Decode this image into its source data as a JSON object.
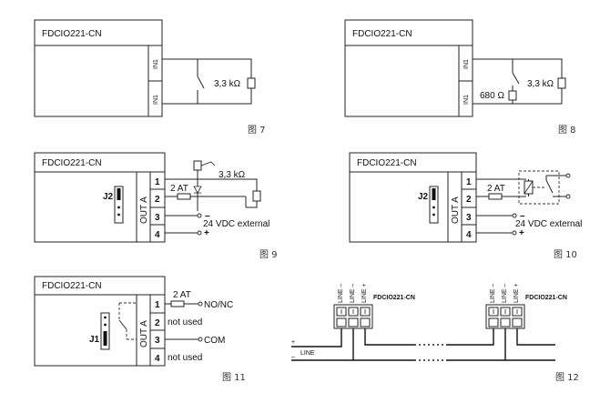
{
  "figures": {
    "fig7": {
      "device": "FDCIO221-CN",
      "terminal_top": "IN1",
      "terminal_bottom": "IN1",
      "resistor": "3,3 kΩ",
      "caption": "图 7"
    },
    "fig8": {
      "device": "FDCIO221-CN",
      "terminal_top": "IN1",
      "terminal_bottom": "IN1",
      "resistor_eol": "3,3 kΩ",
      "resistor_series": "680 Ω",
      "caption": "图 8"
    },
    "fig9": {
      "device": "FDCIO221-CN",
      "jumper": "J2",
      "output": "OUT A",
      "pins": [
        "1",
        "2",
        "3",
        "4"
      ],
      "fuse": "2 AT",
      "resistor": "3,3 kΩ",
      "supply": "24 VDC external",
      "minus": "–",
      "plus": "+",
      "caption": "图 9"
    },
    "fig10": {
      "device": "FDCIO221-CN",
      "jumper": "J2",
      "output": "OUT A",
      "pins": [
        "1",
        "2",
        "3",
        "4"
      ],
      "fuse": "2 AT",
      "supply": "24 VDC external",
      "minus": "–",
      "plus": "+",
      "caption": "图 10"
    },
    "fig11": {
      "device": "FDCIO221-CN",
      "jumper": "J1",
      "output": "OUT A",
      "pins": [
        "1",
        "2",
        "3",
        "4"
      ],
      "fuse": "2 AT",
      "pin1": "NO/NC",
      "pin2": "not used",
      "pin3": "COM",
      "pin4": "not used",
      "caption": "图 11"
    },
    "fig12": {
      "device": "FDCIO221-CN",
      "line_labels": [
        "LINE –",
        "LINE –",
        "LINE +"
      ],
      "plus": "+",
      "minus": "–",
      "line": "LINE",
      "caption": "图 12"
    }
  }
}
